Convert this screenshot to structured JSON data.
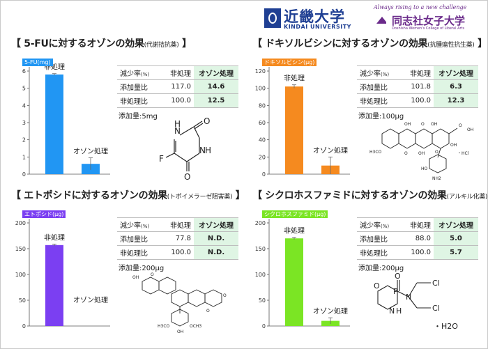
{
  "header": {
    "kindai_name": "近畿大学",
    "kindai_english": "KINDAI UNIVERSITY",
    "doshisha_motto": "Always rising to a new challenge",
    "doshisha_name": "同志社女子大学",
    "doshisha_sub": "Doshisha Women's College of Liberal Arts"
  },
  "table_headers": {
    "reduction": "減少率",
    "pct_unit": "(%)",
    "untreated": "非処理",
    "ozone": "オゾン処理"
  },
  "panels": [
    {
      "title": "【 5-FUに対するオゾンの効果",
      "category": "(代謝拮抗薬)",
      "title_end": "】",
      "unit_label": "5-FU(mg)",
      "color": "#2196f3",
      "rows": [
        {
          "label": "添加量比",
          "untreated": "117.0",
          "ozone": "14.6"
        },
        {
          "label": "非処理比",
          "untreated": "100.0",
          "ozone": "12.5"
        }
      ],
      "dose": "添加量:5mg",
      "structure_labels": [
        "N",
        "H",
        "O",
        "F",
        "N",
        "H",
        "O"
      ]
    },
    {
      "title": "【 ドキソルビシンに対するオゾンの効果",
      "category": "(抗腫瘍性抗生薬)",
      "title_end": "】",
      "unit_label": "ドキソルビシン(μg)",
      "color": "#f58a1f",
      "rows": [
        {
          "label": "添加量比",
          "untreated": "101.8",
          "ozone": "6.3"
        },
        {
          "label": "非処理比",
          "untreated": "100.0",
          "ozone": "12.3"
        }
      ],
      "dose": "添加量:100μg",
      "structure_labels": [
        "OH",
        "O",
        "OH",
        "O",
        "OH",
        "OH",
        "H3CO",
        "O",
        "OH",
        "O",
        "HO",
        "NH2",
        "・HCl"
      ]
    },
    {
      "title": "【 エトポシドに対するオゾンの効果",
      "category": "(トポイメラーゼ阻害薬)",
      "title_end": "】",
      "unit_label": "エトポシド(μg)",
      "color": "#7b3ff2",
      "rows": [
        {
          "label": "添加量比",
          "untreated": "77.8",
          "ozone": "N.D."
        },
        {
          "label": "非処理比",
          "untreated": "100.0",
          "ozone": "N.D."
        }
      ],
      "dose": "添加量:200μg",
      "structure_labels": [
        "OH",
        "O",
        "O",
        "O",
        "H3CO",
        "OCH3",
        "OH"
      ]
    },
    {
      "title": "【 シクロホスファミドに対するオゾンの効果",
      "category": "(アルキル化薬)",
      "title_end": "】",
      "unit_label": "シクロホスファミド(μg)",
      "color": "#7be524",
      "rows": [
        {
          "label": "添加量比",
          "untreated": "88.0",
          "ozone": "5.0"
        },
        {
          "label": "非処理比",
          "untreated": "100.0",
          "ozone": "5.7"
        }
      ],
      "dose": "添加量:200μg",
      "structure_labels": [
        "O",
        "O",
        "P",
        "N",
        "N",
        "H",
        "Cl",
        "Cl",
        "・H2O"
      ]
    }
  ],
  "chart_data": [
    {
      "type": "bar",
      "unit_label": "5-FU(mg)",
      "categories": [
        "非処理",
        "オゾン処理"
      ],
      "values": [
        5.8,
        0.6
      ],
      "errors": [
        0.05,
        0.35
      ],
      "yticks": [
        0,
        1,
        2,
        3,
        4,
        5,
        6
      ],
      "ylim": [
        0,
        6
      ],
      "color": "#2196f3"
    },
    {
      "type": "bar",
      "unit_label": "ドキソルビシン(μg)",
      "categories": [
        "非処理",
        "オゾン処理"
      ],
      "values": [
        102,
        10
      ],
      "errors": [
        2,
        10
      ],
      "yticks": [
        0,
        20,
        40,
        60,
        80,
        100,
        120
      ],
      "ylim": [
        0,
        120
      ],
      "color": "#f58a1f"
    },
    {
      "type": "bar",
      "unit_label": "エトポシド(μg)",
      "categories": [
        "非処理",
        "オゾン処理"
      ],
      "values": [
        157,
        0
      ],
      "errors": [
        2,
        0
      ],
      "yticks": [
        0,
        50,
        100,
        150,
        200
      ],
      "ylim": [
        0,
        200
      ],
      "color": "#7b3ff2"
    },
    {
      "type": "bar",
      "unit_label": "シクロホスファミド(μg)",
      "categories": [
        "非処理",
        "オゾン処理"
      ],
      "values": [
        170,
        10
      ],
      "errors": [
        2,
        6
      ],
      "yticks": [
        0,
        50,
        100,
        150,
        200
      ],
      "ylim": [
        0,
        200
      ],
      "color": "#7be524"
    }
  ]
}
